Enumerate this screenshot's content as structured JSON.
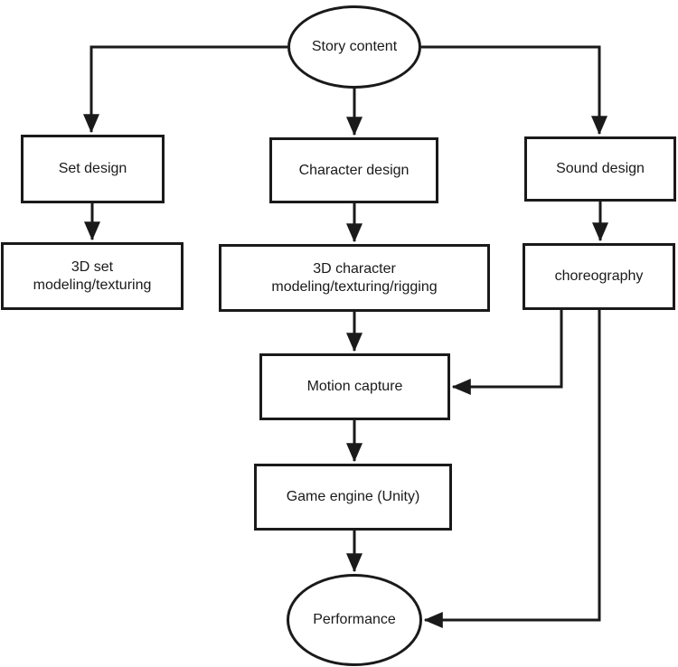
{
  "diagram": {
    "type": "flowchart",
    "colors": {
      "ink": "#1a1a1a",
      "background": "#ffffff"
    },
    "nodes": {
      "story": {
        "label": "Story content",
        "shape": "ellipse"
      },
      "set_design": {
        "label": "Set design",
        "shape": "rect"
      },
      "character_design": {
        "label": "Character design",
        "shape": "rect"
      },
      "sound_design": {
        "label": "Sound design",
        "shape": "rect"
      },
      "set_3d": {
        "line1": "3D set",
        "line2": "modeling/texturing",
        "shape": "rect"
      },
      "character_3d": {
        "line1": "3D character",
        "line2": "modeling/texturing/rigging",
        "shape": "rect"
      },
      "choreography": {
        "label": "choreography",
        "shape": "rect"
      },
      "motion_capture": {
        "label": "Motion capture",
        "shape": "rect"
      },
      "game_engine": {
        "label": "Game engine (Unity)",
        "shape": "rect"
      },
      "performance": {
        "label": "Performance",
        "shape": "ellipse"
      }
    },
    "edges": [
      {
        "from": "Story content",
        "to": "Set design"
      },
      {
        "from": "Story content",
        "to": "Character design"
      },
      {
        "from": "Story content",
        "to": "Sound design"
      },
      {
        "from": "Set design",
        "to": "3D set modeling/texturing"
      },
      {
        "from": "Character design",
        "to": "3D character modeling/texturing/rigging"
      },
      {
        "from": "Sound design",
        "to": "choreography"
      },
      {
        "from": "3D character modeling/texturing/rigging",
        "to": "Motion capture"
      },
      {
        "from": "choreography",
        "to": "Motion capture"
      },
      {
        "from": "Motion capture",
        "to": "Game engine (Unity)"
      },
      {
        "from": "Game engine (Unity)",
        "to": "Performance"
      },
      {
        "from": "choreography",
        "to": "Performance"
      }
    ]
  }
}
